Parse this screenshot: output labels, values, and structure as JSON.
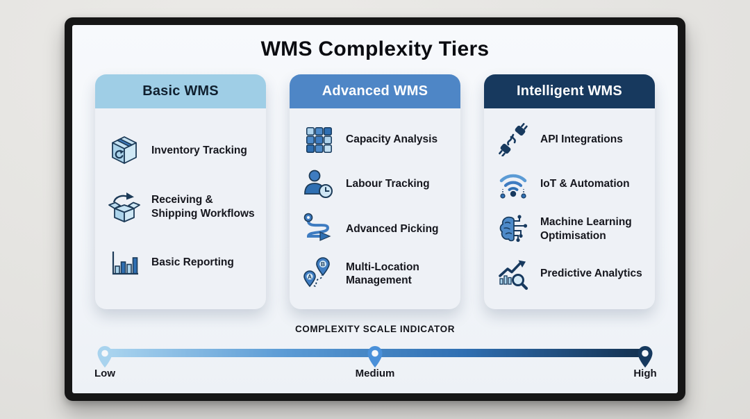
{
  "title": "WMS Complexity Tiers",
  "cards": [
    {
      "header": "Basic WMS",
      "header_bg": "#9FCEE6",
      "header_color": "#10202F",
      "items": [
        {
          "icon": "inventory-box-icon",
          "label": "Inventory Tracking"
        },
        {
          "icon": "shipping-box-icon",
          "label": "Receiving & Shipping Workflows"
        },
        {
          "icon": "bar-chart-icon",
          "label": "Basic Reporting"
        }
      ]
    },
    {
      "header": "Advanced WMS",
      "header_bg": "#4E86C6",
      "header_color": "#FFFFFF",
      "items": [
        {
          "icon": "capacity-grid-icon",
          "label": "Capacity Analysis"
        },
        {
          "icon": "person-clock-icon",
          "label": "Labour Tracking"
        },
        {
          "icon": "picking-route-icon",
          "label": "Advanced Picking"
        },
        {
          "icon": "map-pins-icon",
          "label": "Multi-Location Management"
        }
      ]
    },
    {
      "header": "Intelligent WMS",
      "header_bg": "#17395E",
      "header_color": "#FFFFFF",
      "items": [
        {
          "icon": "api-plug-icon",
          "label": "API Integrations"
        },
        {
          "icon": "iot-wifi-icon",
          "label": "IoT & Automation"
        },
        {
          "icon": "brain-circuit-icon",
          "label": "Machine Learning Optimisation"
        },
        {
          "icon": "chart-magnifier-icon",
          "label": "Predictive Analytics"
        }
      ]
    }
  ],
  "scale": {
    "title": "COMPLEXITY SCALE INDICATOR",
    "labels": [
      "Low",
      "Medium",
      "High"
    ],
    "gradient": [
      "#ABD5EF",
      "#5B9BD5",
      "#2F6FB2",
      "#13304F"
    ],
    "pin_colors": [
      "#A8D3EE",
      "#4A90D9",
      "#16395E"
    ]
  }
}
